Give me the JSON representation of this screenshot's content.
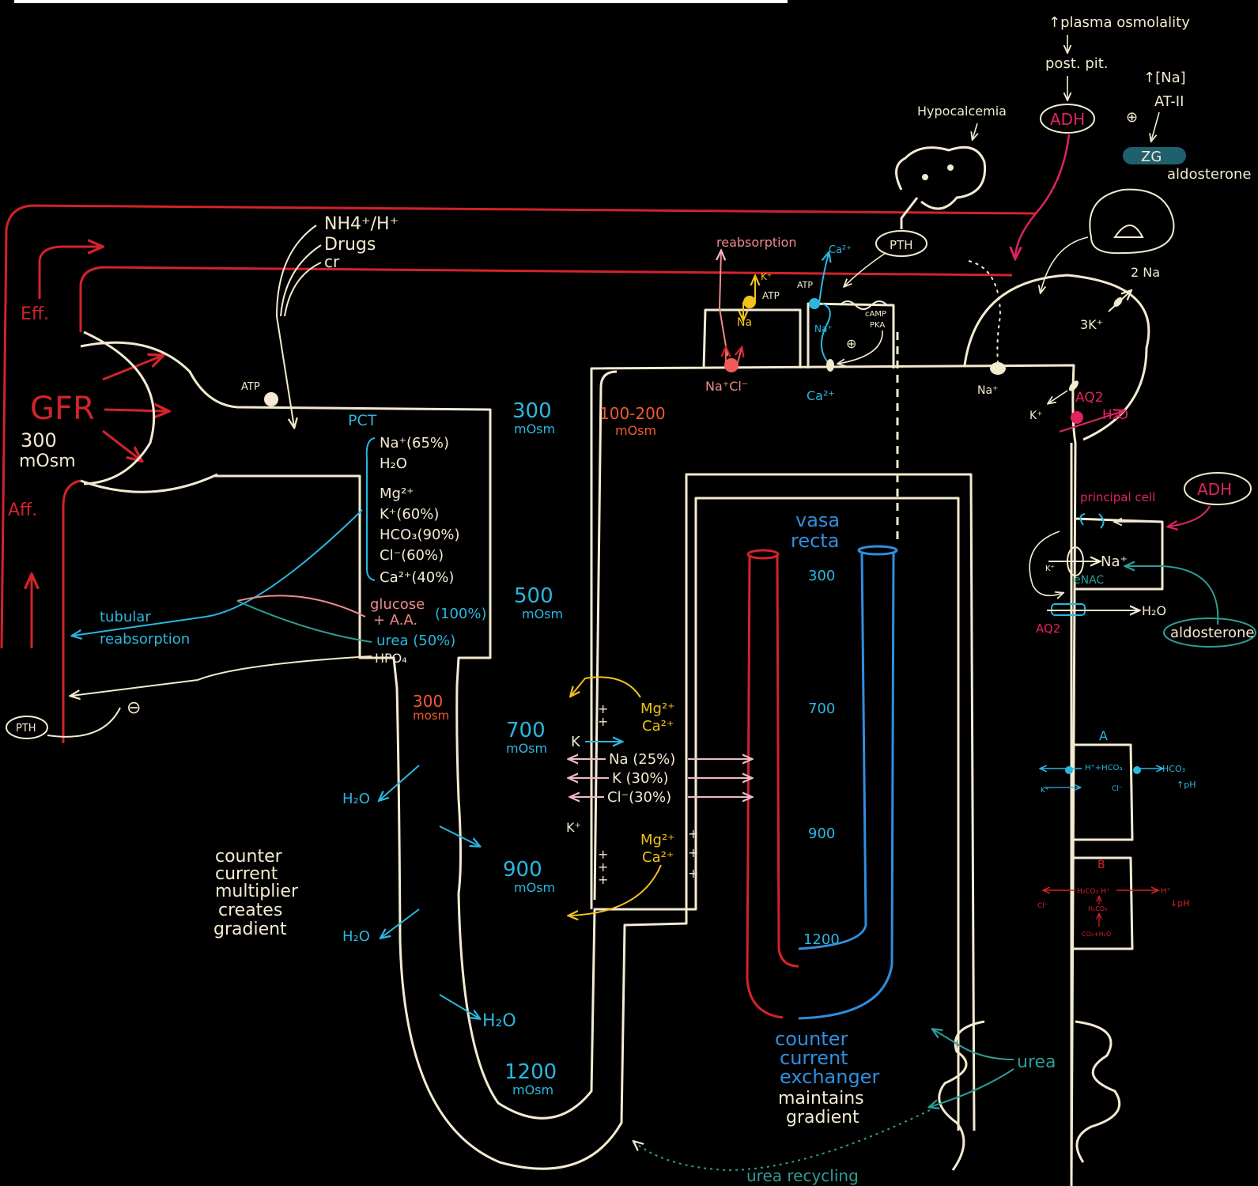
{
  "colors": {
    "background": "#000000",
    "outline": "#f3ead0",
    "red": "#d2232a",
    "pink": "#e0245e",
    "cyan": "#2bb7e0",
    "blue": "#2f8fe0",
    "orange": "#f2592e",
    "yellow": "#f2c21b",
    "teal": "#2f9d94",
    "salmon": "#f08a8a",
    "lavender": "#f0b8c8"
  },
  "glomerulus": {
    "eff": "Eff.",
    "aff": "Aff.",
    "gfr": "GFR",
    "osm_value": "300",
    "osm_unit": "mOsm",
    "pth": "PTH",
    "minus": "⊖"
  },
  "pct": {
    "secreted_1": "NH4⁺/H⁺",
    "secreted_2": "Drugs",
    "secreted_3": "cr",
    "atp": "ATP",
    "label": "PCT",
    "items": [
      "Na⁺(65%)",
      "H₂O",
      "Mg²⁺",
      "K⁺(60%)",
      "HCO₃(90%)",
      "Cl⁻(60%)",
      "Ca²⁺(40%)"
    ],
    "glucose_1": "glucose",
    "glucose_2": "+ A.A.",
    "glucose_pct": "(100%)",
    "urea": "urea (50%)",
    "hpo4": "HPO₄",
    "reabsorption_1": "tubular",
    "reabsorption_2": "reabsorption"
  },
  "loop": {
    "osm_top": "300",
    "osm_500": "500",
    "osm_700": "700",
    "osm_900": "900",
    "osm_1200": "1200",
    "unit": "mOsm",
    "thin_osm": "300",
    "thin_unit": "mosm",
    "h2o": "H₂O",
    "multiplier": [
      "counter",
      "current",
      "multiplier",
      "creates",
      "gradient"
    ]
  },
  "tal": {
    "k": "K",
    "na": "Na (25%)",
    "k2": "K (30%)",
    "cl": "Cl⁻(30%)",
    "kplus": "K⁺",
    "mg": "Mg²⁺",
    "ca": "Ca²⁺",
    "plus": "+",
    "osm": "100-200",
    "osm_unit": "mOsm"
  },
  "dct": {
    "reabsorption": "reabsorption",
    "kplus": "K⁺",
    "atp": "ATP",
    "na": "Na",
    "nacl": "Na⁺Cl⁻",
    "ca_top": "Ca²⁺",
    "ca_bottom": "Ca²⁺",
    "na_small": "Na⁺",
    "camp": "cAMP",
    "pka": "PKA",
    "plus": "⊕",
    "pth": "PTH",
    "hypocalcemia": "Hypocalcemia"
  },
  "vasa": {
    "label_1": "vasa",
    "label_2": "recta",
    "v300": "300",
    "v700": "700",
    "v900": "900",
    "v1200": "1200",
    "exchanger": [
      "counter",
      "current",
      "exchanger",
      "maintains",
      "gradient"
    ]
  },
  "collecting": {
    "plasma": "↑plasma osmolality",
    "postpit": "post. pit.",
    "adh": "ADH",
    "na_up": "↑[Na]",
    "at2": "AT-II",
    "plus": "⊕",
    "zg": "ZG",
    "aldosterone": "aldosterone",
    "twona": "2 Na",
    "threek": "3K⁺",
    "na_plus": "Na⁺",
    "k_plus": "K⁺",
    "aq2": "AQ2",
    "h2o": "H₂O",
    "principal": "principal cell",
    "adh2": "ADH",
    "enac": "eNAC",
    "na2": "Na⁺",
    "h2o2": "H₂O",
    "aq2b": "AQ2",
    "aldosterone2": "aldosterone",
    "a": "A",
    "a_text": "H⁺+HCO₃",
    "a_hco3": "HCO₃",
    "a_ph": "↑pH",
    "a_cl": "Cl⁻",
    "a_k": "K⁺",
    "b": "B",
    "b_text": "H₂CO₃ H⁺",
    "b_h": "H⁺",
    "b_ph": "↓pH",
    "b_cl": "Cl⁻",
    "b_h2co3": "H₂CO₃",
    "b_co2": "CO₂+H₂O",
    "urea": "urea",
    "recycling": "urea recycling"
  }
}
